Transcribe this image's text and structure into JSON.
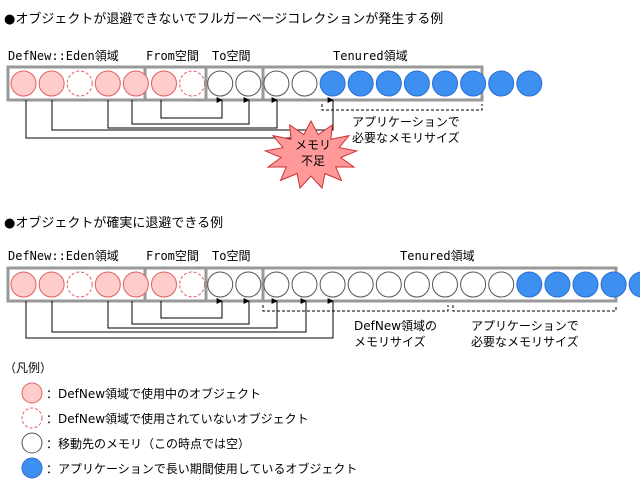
{
  "diagram1": {
    "heading": "●オブジェクトが退避できないでフルガーベージコレクションが発生する例",
    "label_eden": "DefNew::Eden領域",
    "label_from": "From空間",
    "label_to": "To空間",
    "label_tenured": "Tenured領域",
    "brace_caption_line1": "アプリケーションで",
    "brace_caption_line2": "必要なメモリサイズ",
    "burst_line1": "メモリ",
    "burst_line2": "不足",
    "cells": [
      "pink",
      "pink",
      "pink-dashed",
      "pink",
      "pink",
      "pink",
      "pink-dashed",
      "white",
      "white",
      "white",
      "white",
      "blue",
      "blue",
      "blue",
      "blue",
      "blue",
      "blue",
      "blue",
      "blue"
    ]
  },
  "diagram2": {
    "heading": "●オブジェクトが確実に退避できる例",
    "label_eden": "DefNew::Eden領域",
    "label_from": "From空間",
    "label_to": "To空間",
    "label_tenured": "Tenured領域",
    "brace1_caption_line1": "DefNew領域の",
    "brace1_caption_line2": "メモリサイズ",
    "brace2_caption_line1": "アプリケーションで",
    "brace2_caption_line2": "必要なメモリサイズ",
    "cells": [
      "pink",
      "pink",
      "pink-dashed",
      "pink",
      "pink",
      "pink",
      "pink-dashed",
      "white",
      "white",
      "white",
      "white",
      "white",
      "white",
      "white",
      "white",
      "white",
      "white",
      "white",
      "blue",
      "blue",
      "blue",
      "blue",
      "blue",
      "blue"
    ]
  },
  "legend": {
    "title": "（凡例）",
    "items": [
      {
        "kind": "pink",
        "label": "：DefNew領域で使用中のオブジェクト"
      },
      {
        "kind": "pink-dashed",
        "label": "：DefNew領域で使用されていないオブジェクト"
      },
      {
        "kind": "white",
        "label": "：移動先のメモリ（この時点では空）"
      },
      {
        "kind": "blue",
        "label": "：アプリケーションで長い期間使用しているオブジェクト"
      }
    ]
  },
  "colors": {
    "pink_fill": "#ffcccc",
    "pink_stroke": "#e06060",
    "blue_fill": "#3d8ff0",
    "blue_stroke": "#2a6fd0",
    "frame": "#999999",
    "burst_fill": "#ff9999",
    "burst_stroke": "#cc3333"
  }
}
